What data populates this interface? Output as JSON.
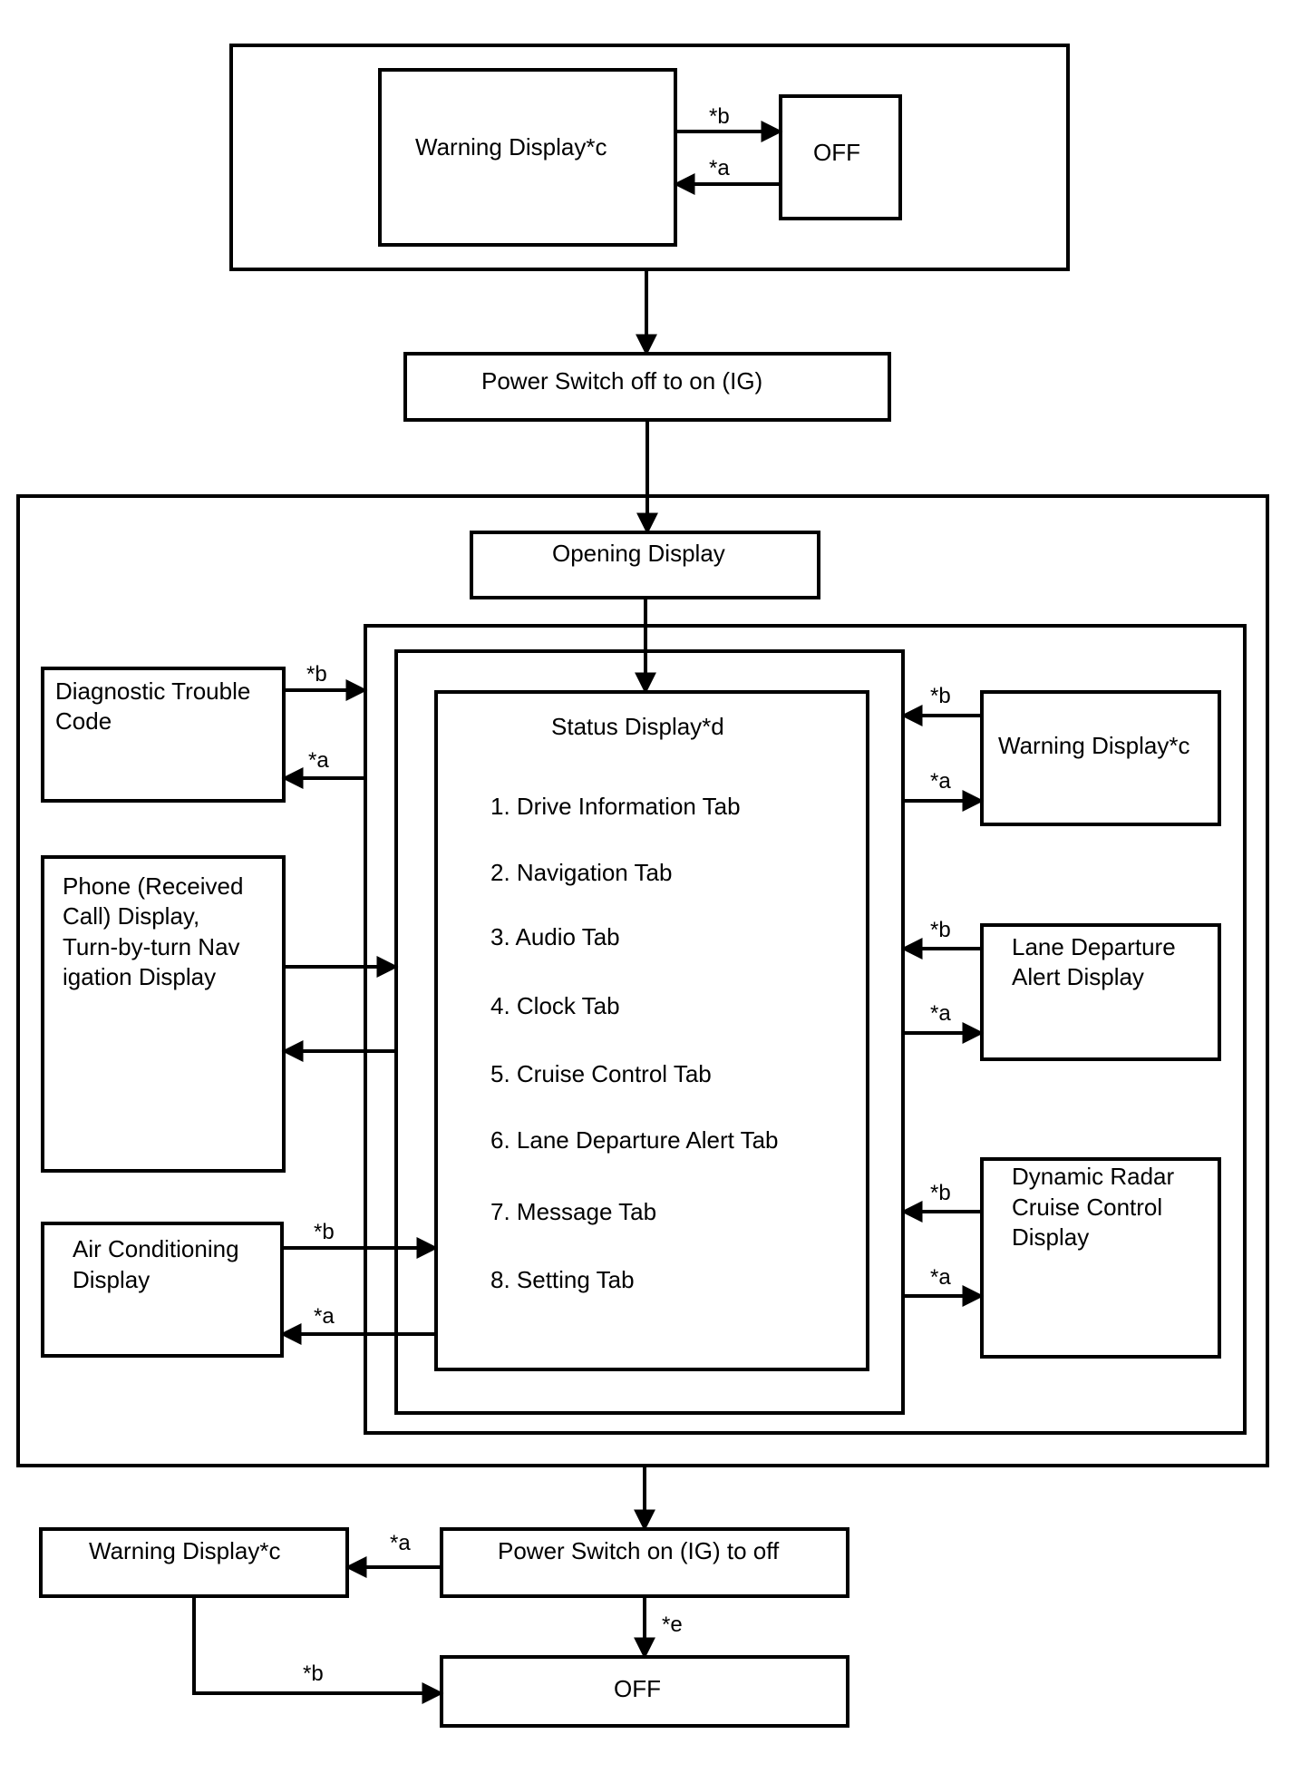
{
  "top_group": {
    "warning_display": "Warning Display*c",
    "off": "OFF",
    "label_b": "*b",
    "label_a": "*a"
  },
  "power_switch_on": "Power Switch off to on (IG)",
  "opening_display": "Opening Display",
  "diagnostic": {
    "line1": "Diagnostic Trouble",
    "line2": "Code",
    "label_b": "*b",
    "label_a": "*a"
  },
  "phone": {
    "line1": "Phone (Received",
    "line2": "Call) Display,",
    "line3": "Turn-by-turn Nav",
    "line4": "igation Display"
  },
  "air_conditioning": {
    "line1": "Air Conditioning",
    "line2": "Display",
    "label_b": "*b",
    "label_a": "*a"
  },
  "status_display": {
    "title": "Status Display*d",
    "tabs": [
      "1. Drive Information Tab",
      "2. Navigation Tab",
      "3. Audio Tab",
      "4. Clock Tab",
      "5. Cruise Control Tab",
      "6. Lane Departure Alert Tab",
      "7. Message Tab",
      "8. Setting Tab"
    ]
  },
  "right_warning": {
    "text": "Warning Display*c",
    "label_b": "*b",
    "label_a": "*a"
  },
  "lane_departure": {
    "line1": "Lane Departure",
    "line2": "Alert Display",
    "label_b": "*b",
    "label_a": "*a"
  },
  "radar_cruise": {
    "line1": "Dynamic Radar",
    "line2": "Cruise Control",
    "line3": "Display",
    "label_b": "*b",
    "label_a": "*a"
  },
  "bottom_group": {
    "power_switch_off": "Power Switch on (IG) to off",
    "warning_display": "Warning Display*c",
    "off": "OFF",
    "label_a": "*a",
    "label_e": "*e",
    "label_b": "*b"
  }
}
